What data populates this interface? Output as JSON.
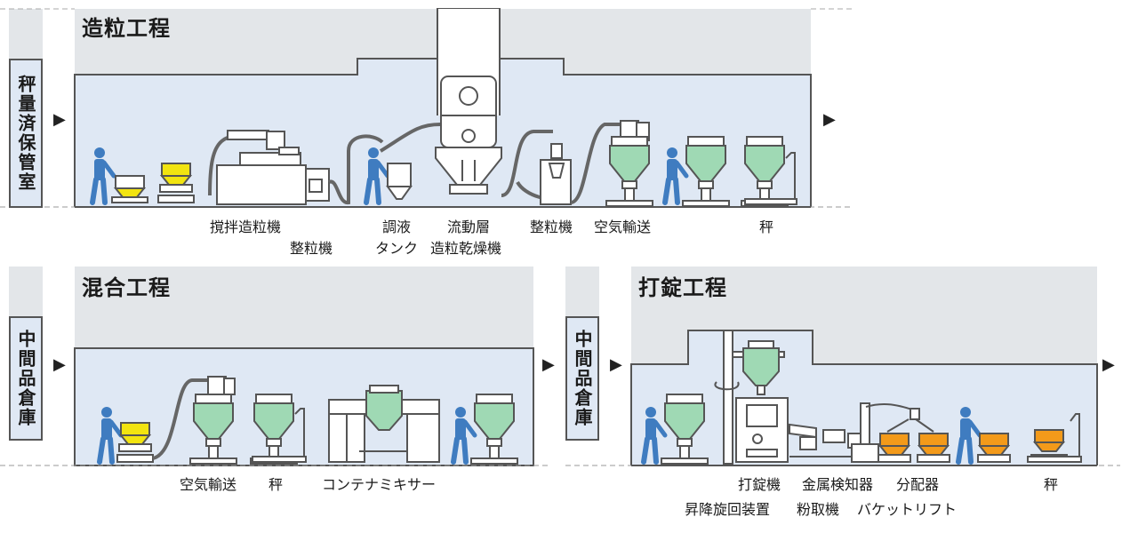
{
  "rooms": {
    "granulation": {
      "title": "造粒工程",
      "labels": {
        "mixer_granulator": "撹拌造粒機",
        "sizer1": "整粒機",
        "liquid_tank_1": "調液",
        "liquid_tank_2": "タンク",
        "fluid_bed_1": "流動層",
        "fluid_bed_2": "造粒乾燥機",
        "sizer2": "整粒機",
        "pneumatic": "空気輸送",
        "scale": "秤"
      }
    },
    "mixing": {
      "title": "混合工程",
      "labels": {
        "pneumatic": "空気輸送",
        "scale": "秤",
        "container_mixer": "コンテナミキサー"
      }
    },
    "tableting": {
      "title": "打錠工程",
      "labels": {
        "tablet_press": "打錠機",
        "metal_detector": "金属検知器",
        "distributor": "分配器",
        "scale": "秤",
        "lift_rotator": "昇降旋回装置",
        "dust_collector": "粉取機",
        "bucket_lift": "バケットリフト"
      }
    }
  },
  "side_boxes": {
    "weighing_storage": "秤量済保管室",
    "intermediate_storage_1": "中間品倉庫",
    "intermediate_storage_2": "中間品倉庫"
  },
  "arrows": {
    "glyph": "▶"
  },
  "colors": {
    "room_fill": "#dfe8f4",
    "ceiling_gray": "#e3e6e9",
    "line": "#6b6b6b",
    "container_green": "#9fd9b4",
    "container_yellow": "#f2e410",
    "container_orange": "#f39a1a",
    "worker_blue": "#3f7cc0"
  }
}
